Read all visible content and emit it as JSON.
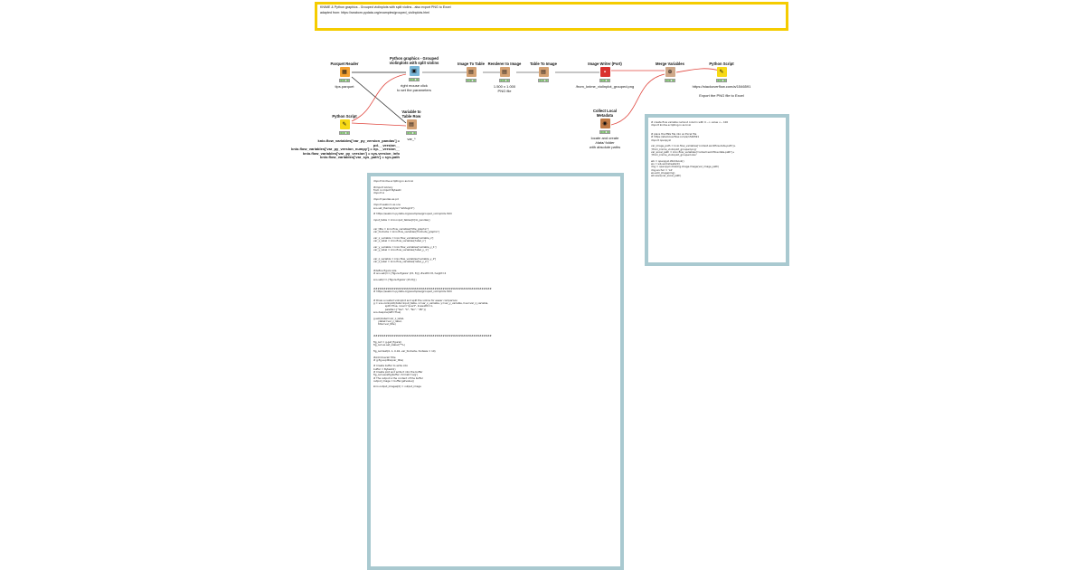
{
  "header_note": {
    "line1": "KNIME & Python graphics - Grouped violinplots with split violins - also export PNG to Excel",
    "line2": "adapted from: https://seaborn.pydata.org/examples/grouped_violinplots.html"
  },
  "nodes": {
    "parquet_reader": {
      "title": "Parquet Reader",
      "annotation": "tips.parquet",
      "icon": "parquet-reader-icon"
    },
    "python_graphics": {
      "title": "Python graphics - Grouped\nviolinplots with split violins",
      "annotation": "right mouse click\nto set the parameters",
      "icon": "python-view-icon"
    },
    "image_to_table": {
      "title": "Image To Table",
      "annotation": "",
      "icon": "image-to-table-icon"
    },
    "renderer_to_image": {
      "title": "Renderer to Image",
      "annotation": "1.500 x 1.000\nPNG file",
      "icon": "renderer-icon"
    },
    "table_to_image": {
      "title": "Table To Image",
      "annotation": "",
      "icon": "table-to-image-icon"
    },
    "image_writer": {
      "title": "Image Writer (Port)",
      "annotation": "/from_knime_violinplot_grouped.png",
      "icon": "image-writer-icon"
    },
    "merge_variables": {
      "title": "Merge Variables",
      "annotation": "",
      "icon": "merge-variables-icon"
    },
    "python_script_right": {
      "title": "Python Script",
      "annotation": "https://stackoverflow.com/a/1546591\n\nExport the PNG file to Excel",
      "icon": "python-script-icon"
    },
    "python_script_left": {
      "title": "Python Script",
      "annotation": "",
      "icon": "python-script-icon"
    },
    "variable_to_table": {
      "title": "Variable to\nTable Row",
      "annotation": "var_*",
      "icon": "variable-to-table-icon"
    },
    "collect_local_metadata": {
      "title": "Collect Local\nMetadata",
      "annotation": "locate and create\n/data/ folder\nwith absolute paths",
      "icon": "metadata-icon"
    }
  },
  "flow_variables_note": "knio.flow_variables['var_py_version_pandas'] = pd.__version__\nknio.flow_variables['var_py_version_numpy'] = np.__version__\nknio.flow_variables['var_py_version'] = sys.version_info\nknio.flow_variables['var_sys_path'] = sys.path",
  "code_main": "import knime.scripting.io as knio\n\n#import Library\nfrom io import BytesIO\nimport io\n\nimport pandas as pd\n\nimport seaborn as sns\nsns.set_theme(style=\"whitegrid\")\n\n# https://seaborn.pydata.org/examples/grouped_violinplots.html\n\ninput_table = knio.input_tables[0].to_pandas()\n\n\nvar_title = knio.flow_variables['title_graphic']\nvar_footnote = knio.flow_variables['footnote_graphic']\n\nvar_x_variable = knio.flow_variables['variable_x']\nvar_x_label = knio.flow_variables['label_x']\n\nvar_y_variable = knio.flow_variables['variable_y_1']\nvar_y_label = knio.flow_variables['label_y_1']\n\n\nvar_z_variable = knio.flow_variables['variable_y_2']\nvar_z_label = knio.flow_variables['label_y_2']\n\n\n#define figure size\n# sns.set(rc={'figure.figsize':(15, 8)}) #width=8, height=4\n\nsns.set(rc={'figure.figsize':(15,8)})\n\n\n##########################################################\n# https://seaborn.pydata.org/examples/grouped_violinplots.html\n\n\n# Draw a nested violinplot and split the violins for easier comparison\ng = sns.violinplot(data=input_table, x=var_x_variable, y=var_y_variable, hue=var_z_variable,\n               split=True, inner=\"quart\", linewidth=1,\n               palette={\"Yes\": \"b\", \"No\": \".85\"})\nsns.despine(left=True)\n\ng.set(xlabel=var_x_label,\n      ylabel=var_y_label,\n      title=var_title)\n\n\n\n##########################################################\n\nfig_out = g.get_figure()\nfig_out.ax.set_xlabel(\"\"%)\n\nfig_out.text(0, 1, 0.02, var_footnote, fontsize = 10)\n\n#Add Overall Title\n# g.fig.suptitle(var_title)\n\n# Create buffer to write into\nbuffer = BytesIO()\n# Create plot and write it into the buffer\nfig_out.savefig(buffer, format='svg')\n# The output is the content of the buffer\noutput_image = buffer.getvalue()\n\nknio.output_images[0] = output_image",
  "code_right": "# create flow variable namout column with 0 --> value <-- 100\nimport knime.scripting.io as knio\n\n\n# place the PNG file into an Excel file\n# https://stackoverflow.com/a/1546591\nimport openpyxl\n\nvar_image_path = knio.flow_variables['context.workflow.data-path']+\n'/from_knime_violinplot_grouped.png'\nvar_excel_path = knio.flow_variables['context.workflow.data-path']+\n'/from_knime_violinplot_grouped.xlsx'\n\nwb = openpyxl.Workbook()\nws = wb.worksheets[0]\nimg = openpyxl.drawing.image.Image(var_image_path)\nimg.anchor = 'A1'\nws.add_image(img)\nwb.save(var_excel_path)"
}
